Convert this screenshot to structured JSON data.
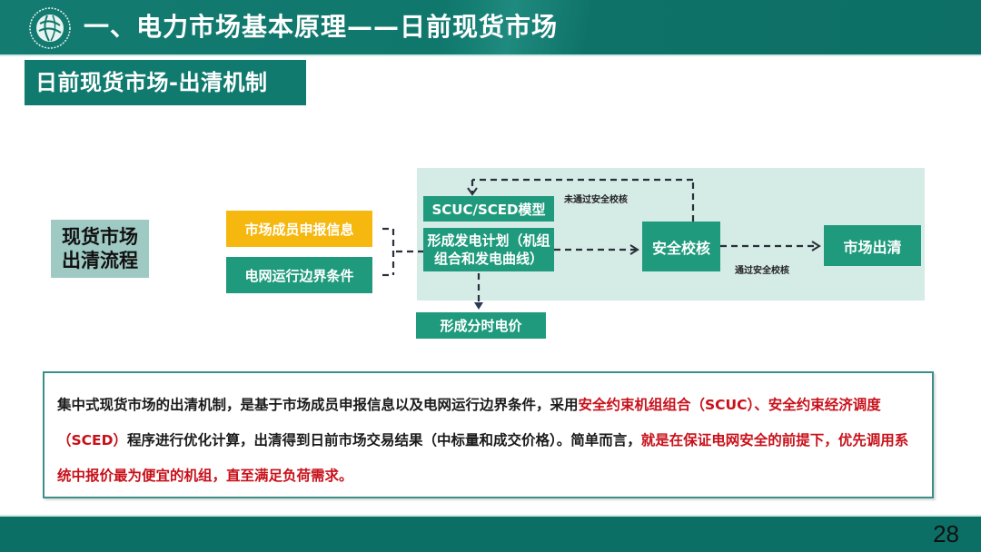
{
  "header": {
    "logo_icon": "state-grid-globe-logo",
    "title": "一、电力市场基本原理——日前现货市场"
  },
  "section": {
    "title": "日前现货市场-出清机制"
  },
  "diagram": {
    "side_label": "现货市场\n出清流程",
    "side_label_lines": [
      "现货市场",
      "出清流程"
    ],
    "inputs": [
      {
        "label": "市场成员申报信息",
        "color": "#f6b80f"
      },
      {
        "label": "电网运行边界条件",
        "color": "#1f9a7c"
      }
    ],
    "model_box": "SCUC/SCED模型",
    "plan_box": "形成发电计划（机组组合和发电曲线）",
    "price_box": "形成分时电价",
    "check_box": "安全校核",
    "clear_box": "市场出清",
    "edge_fail": "未通过安全校核",
    "edge_pass": "通过安全校核",
    "panel_color": "#d5ebe6",
    "box_color": "#1f9a7c"
  },
  "description": {
    "segments": [
      {
        "text": "集中式现货市场的出清机制，是基于市场成员申报信息以及电网运行边界条件，采用",
        "highlight": false
      },
      {
        "text": "安全约束机组组合（SCUC）、安全约束经济调度（SCED）",
        "highlight": true
      },
      {
        "text": "程序进行优化计算，出清得到日前市场交易结果（中标量和成交价格）。简单而言，",
        "highlight": false
      },
      {
        "text": "就是在保证电网安全的前提下，优先调用系统中报价最为便宜的机组，直至满足负荷需求。",
        "highlight": true
      }
    ],
    "highlight_color": "#c8101a"
  },
  "footer": {
    "page_number": "28"
  },
  "colors": {
    "header_bg": "#0f776c",
    "section_bg": "#0f7a6d",
    "footer_bg": "#0c6f66"
  }
}
